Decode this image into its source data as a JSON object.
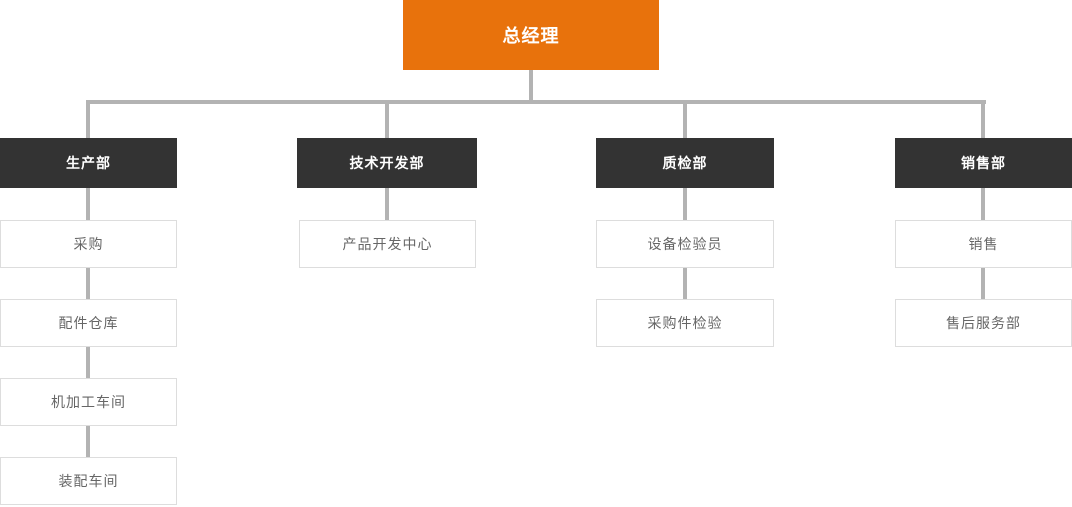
{
  "colors": {
    "root_bg": "#e8720c",
    "dept_bg": "#333333",
    "leaf_border": "#dddddd",
    "leaf_text": "#666666",
    "connector": "#b3b3b3",
    "box_text": "#ffffff"
  },
  "org": {
    "root": {
      "label": "总经理"
    },
    "departments": [
      {
        "label": "生产部",
        "children": [
          "采购",
          "配件仓库",
          "机加工车间",
          "装配车间"
        ]
      },
      {
        "label": "技术开发部",
        "children": [
          "产品开发中心"
        ]
      },
      {
        "label": "质检部",
        "children": [
          "设备检验员",
          "采购件检验"
        ]
      },
      {
        "label": "销售部",
        "children": [
          "销售",
          "售后服务部"
        ]
      }
    ]
  }
}
